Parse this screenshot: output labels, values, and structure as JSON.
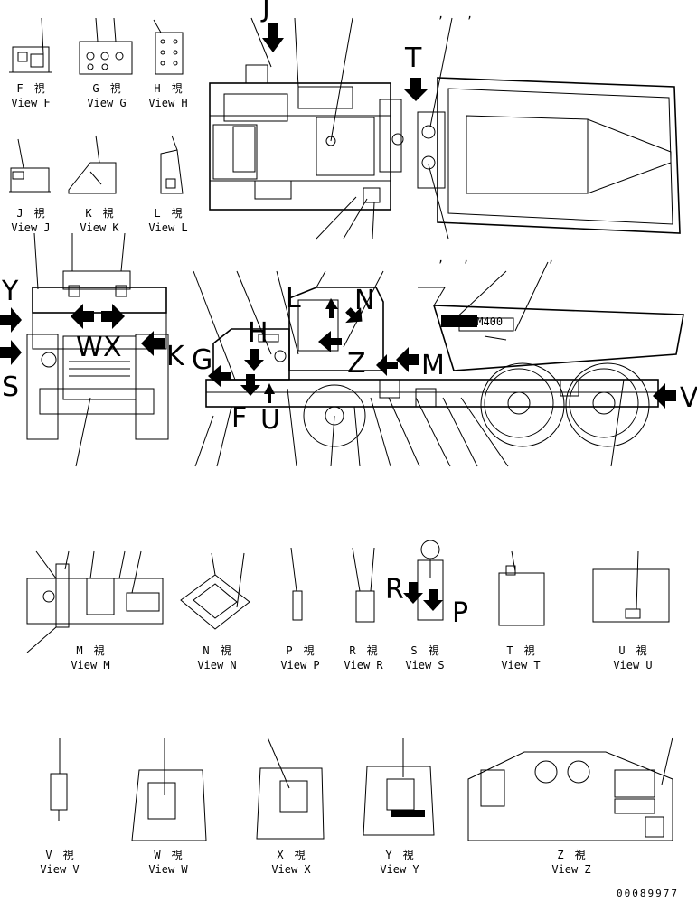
{
  "document_number": "00089977",
  "letter_markers": {
    "T": "T",
    "Y": "Y",
    "S": "S",
    "W": "W",
    "X": "X",
    "K": "K",
    "G": "G",
    "F": "F",
    "U": "U",
    "H": "H",
    "L": "L",
    "N": "N",
    "Z": "Z",
    "M": "M",
    "V": "V",
    "R": "R",
    "P": "P",
    "J": "J"
  },
  "dump_body_badge": "HM400",
  "views": [
    {
      "id": "F",
      "jp": "F　視",
      "en": "View F"
    },
    {
      "id": "G",
      "jp": "G　視",
      "en": "View G"
    },
    {
      "id": "H",
      "jp": "H　視",
      "en": "View H"
    },
    {
      "id": "J",
      "jp": "J　視",
      "en": "View J"
    },
    {
      "id": "K",
      "jp": "K　視",
      "en": "View K"
    },
    {
      "id": "L",
      "jp": "L　視",
      "en": "View L"
    },
    {
      "id": "M",
      "jp": "M　視",
      "en": "View M"
    },
    {
      "id": "N",
      "jp": "N　視",
      "en": "View N"
    },
    {
      "id": "P",
      "jp": "P　視",
      "en": "View P"
    },
    {
      "id": "R",
      "jp": "R　視",
      "en": "View R"
    },
    {
      "id": "S",
      "jp": "S　視",
      "en": "View S"
    },
    {
      "id": "T",
      "jp": "T　視",
      "en": "View T"
    },
    {
      "id": "U",
      "jp": "U　視",
      "en": "View U"
    },
    {
      "id": "V",
      "jp": "V　視",
      "en": "View V"
    },
    {
      "id": "W",
      "jp": "W　視",
      "en": "View W"
    },
    {
      "id": "X",
      "jp": "X　視",
      "en": "View X"
    },
    {
      "id": "Y",
      "jp": "Y　視",
      "en": "View Y"
    },
    {
      "id": "Z",
      "jp": "Z　視",
      "en": "View Z"
    }
  ]
}
